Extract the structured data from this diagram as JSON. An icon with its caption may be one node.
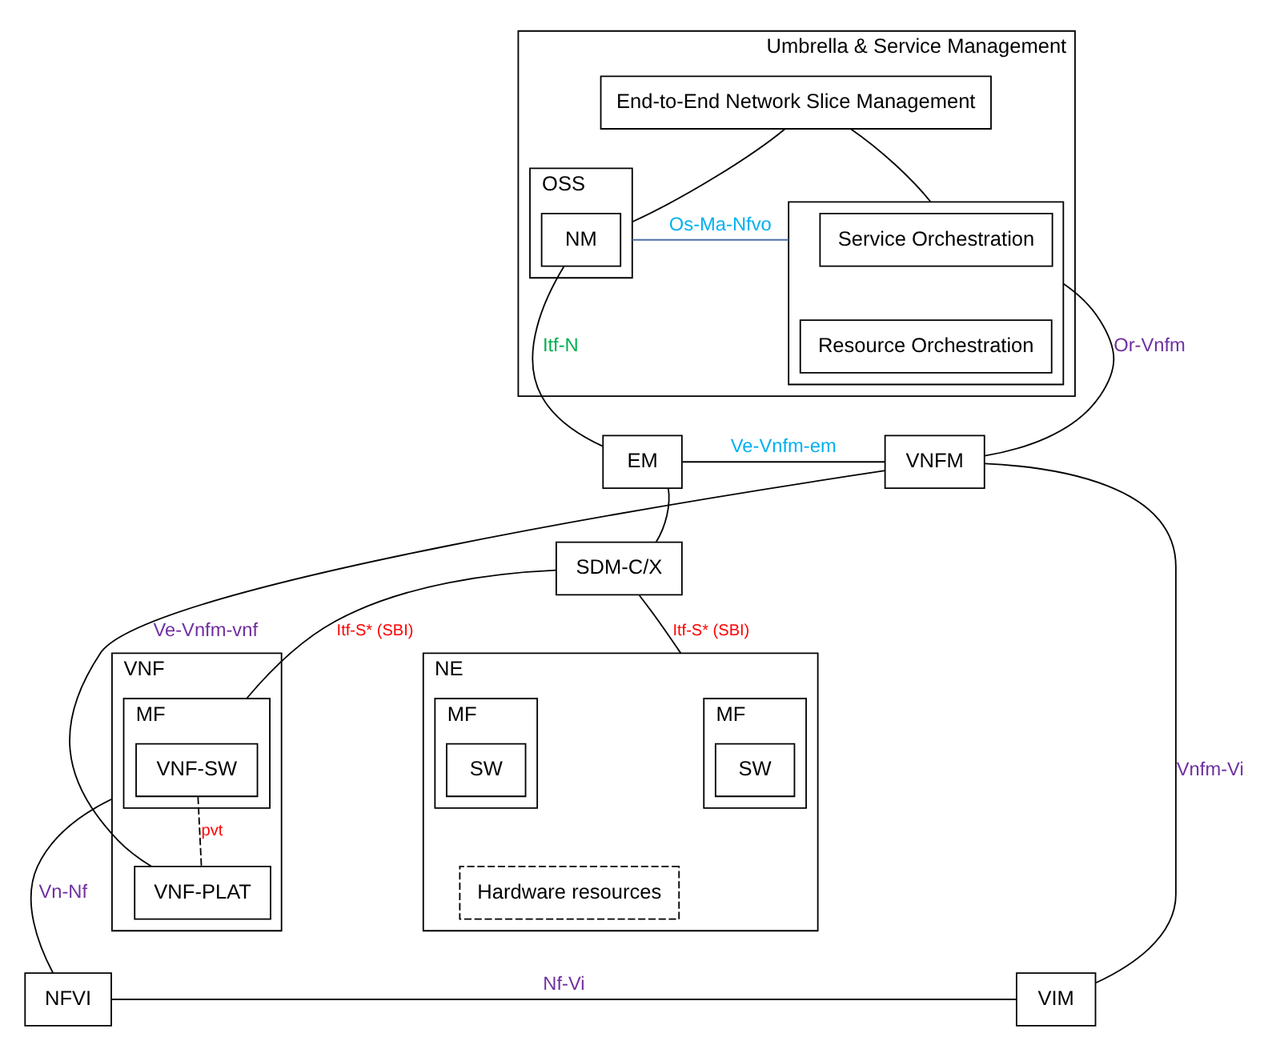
{
  "diagram": {
    "nodes": [
      {
        "text": [
          "Umbrella & Service Management"
        ]
      },
      {
        "text": [
          "End-to-End Network Slice Management"
        ],
        "in": 0
      },
      {
        "text": [
          "OSS"
        ],
        "in": 0
      },
      {
        "text": [
          "NM"
        ],
        "in": 2
      },
      {
        "text": [],
        "shape": "box",
        "in": 0
      },
      {
        "text": [
          "Service Orchestration"
        ],
        "in": 4
      },
      {
        "text": [
          "Resource Orchestration"
        ],
        "in": 4
      },
      {
        "text": [
          "EM"
        ]
      },
      {
        "text": [
          "VNFM"
        ]
      },
      {
        "text": [
          "SDM-C/X"
        ]
      },
      {
        "text": [
          "NE"
        ]
      },
      {
        "text": [
          "MF"
        ],
        "in": 10
      },
      {
        "text": [
          "SW"
        ],
        "in": 11
      },
      {
        "text": [
          "MF"
        ],
        "in": 10
      },
      {
        "text": [
          "SW"
        ],
        "in": 13
      },
      {
        "text": [
          "Hardware resources"
        ],
        "in": 10
      },
      {
        "text": [
          "VNF"
        ]
      },
      {
        "text": [
          "MF"
        ],
        "in": 16
      },
      {
        "text": [
          "VNF-SW"
        ],
        "in": 17
      },
      {
        "text": [
          "VNF-PLAT"
        ],
        "in": 16
      },
      {
        "text": [
          "NFVI"
        ]
      },
      {
        "text": [
          "VIM"
        ]
      }
    ],
    "edges": [
      {
        "from": 1,
        "to": 2,
        "arrow": "none"
      },
      {
        "from": 1,
        "to": 4,
        "arrow": "none"
      },
      {
        "from": 2,
        "to": 4,
        "arrow": "none",
        "label": "Os-Ma-Nfvo",
        "color": "#4a6fa5"
      },
      {
        "from": 3,
        "to": 7,
        "arrow": "none",
        "label": "Itf-N"
      },
      {
        "from": 4,
        "to": 8,
        "arrow": "none",
        "label": "Or-Vnfm"
      },
      {
        "from": 7,
        "to": 8,
        "arrow": "none",
        "label": "Ve-Vnfm-em"
      },
      {
        "from": 7,
        "to": 9,
        "arrow": "none"
      },
      {
        "from": 9,
        "to": 10,
        "arrow": "none",
        "label": "Itf-S* (SBI)"
      },
      {
        "from": 9,
        "to": 17,
        "arrow": "none",
        "label": "Itf-S* (SBI)"
      },
      {
        "from": 18,
        "to": 19,
        "arrow": "none",
        "label": "pvt",
        "style": "dashed"
      },
      {
        "from": 8,
        "to": 19,
        "arrow": "none",
        "label": "Ve-Vnfm-vnf"
      },
      {
        "from": 8,
        "to": 21,
        "arrow": "none",
        "label": "Vnfm-Vi"
      },
      {
        "from": 16,
        "to": 20,
        "arrow": "none",
        "label": "Vn-Nf"
      },
      {
        "from": 20,
        "to": 21,
        "arrow": "none",
        "label": "Nf-Vi"
      }
    ]
  }
}
